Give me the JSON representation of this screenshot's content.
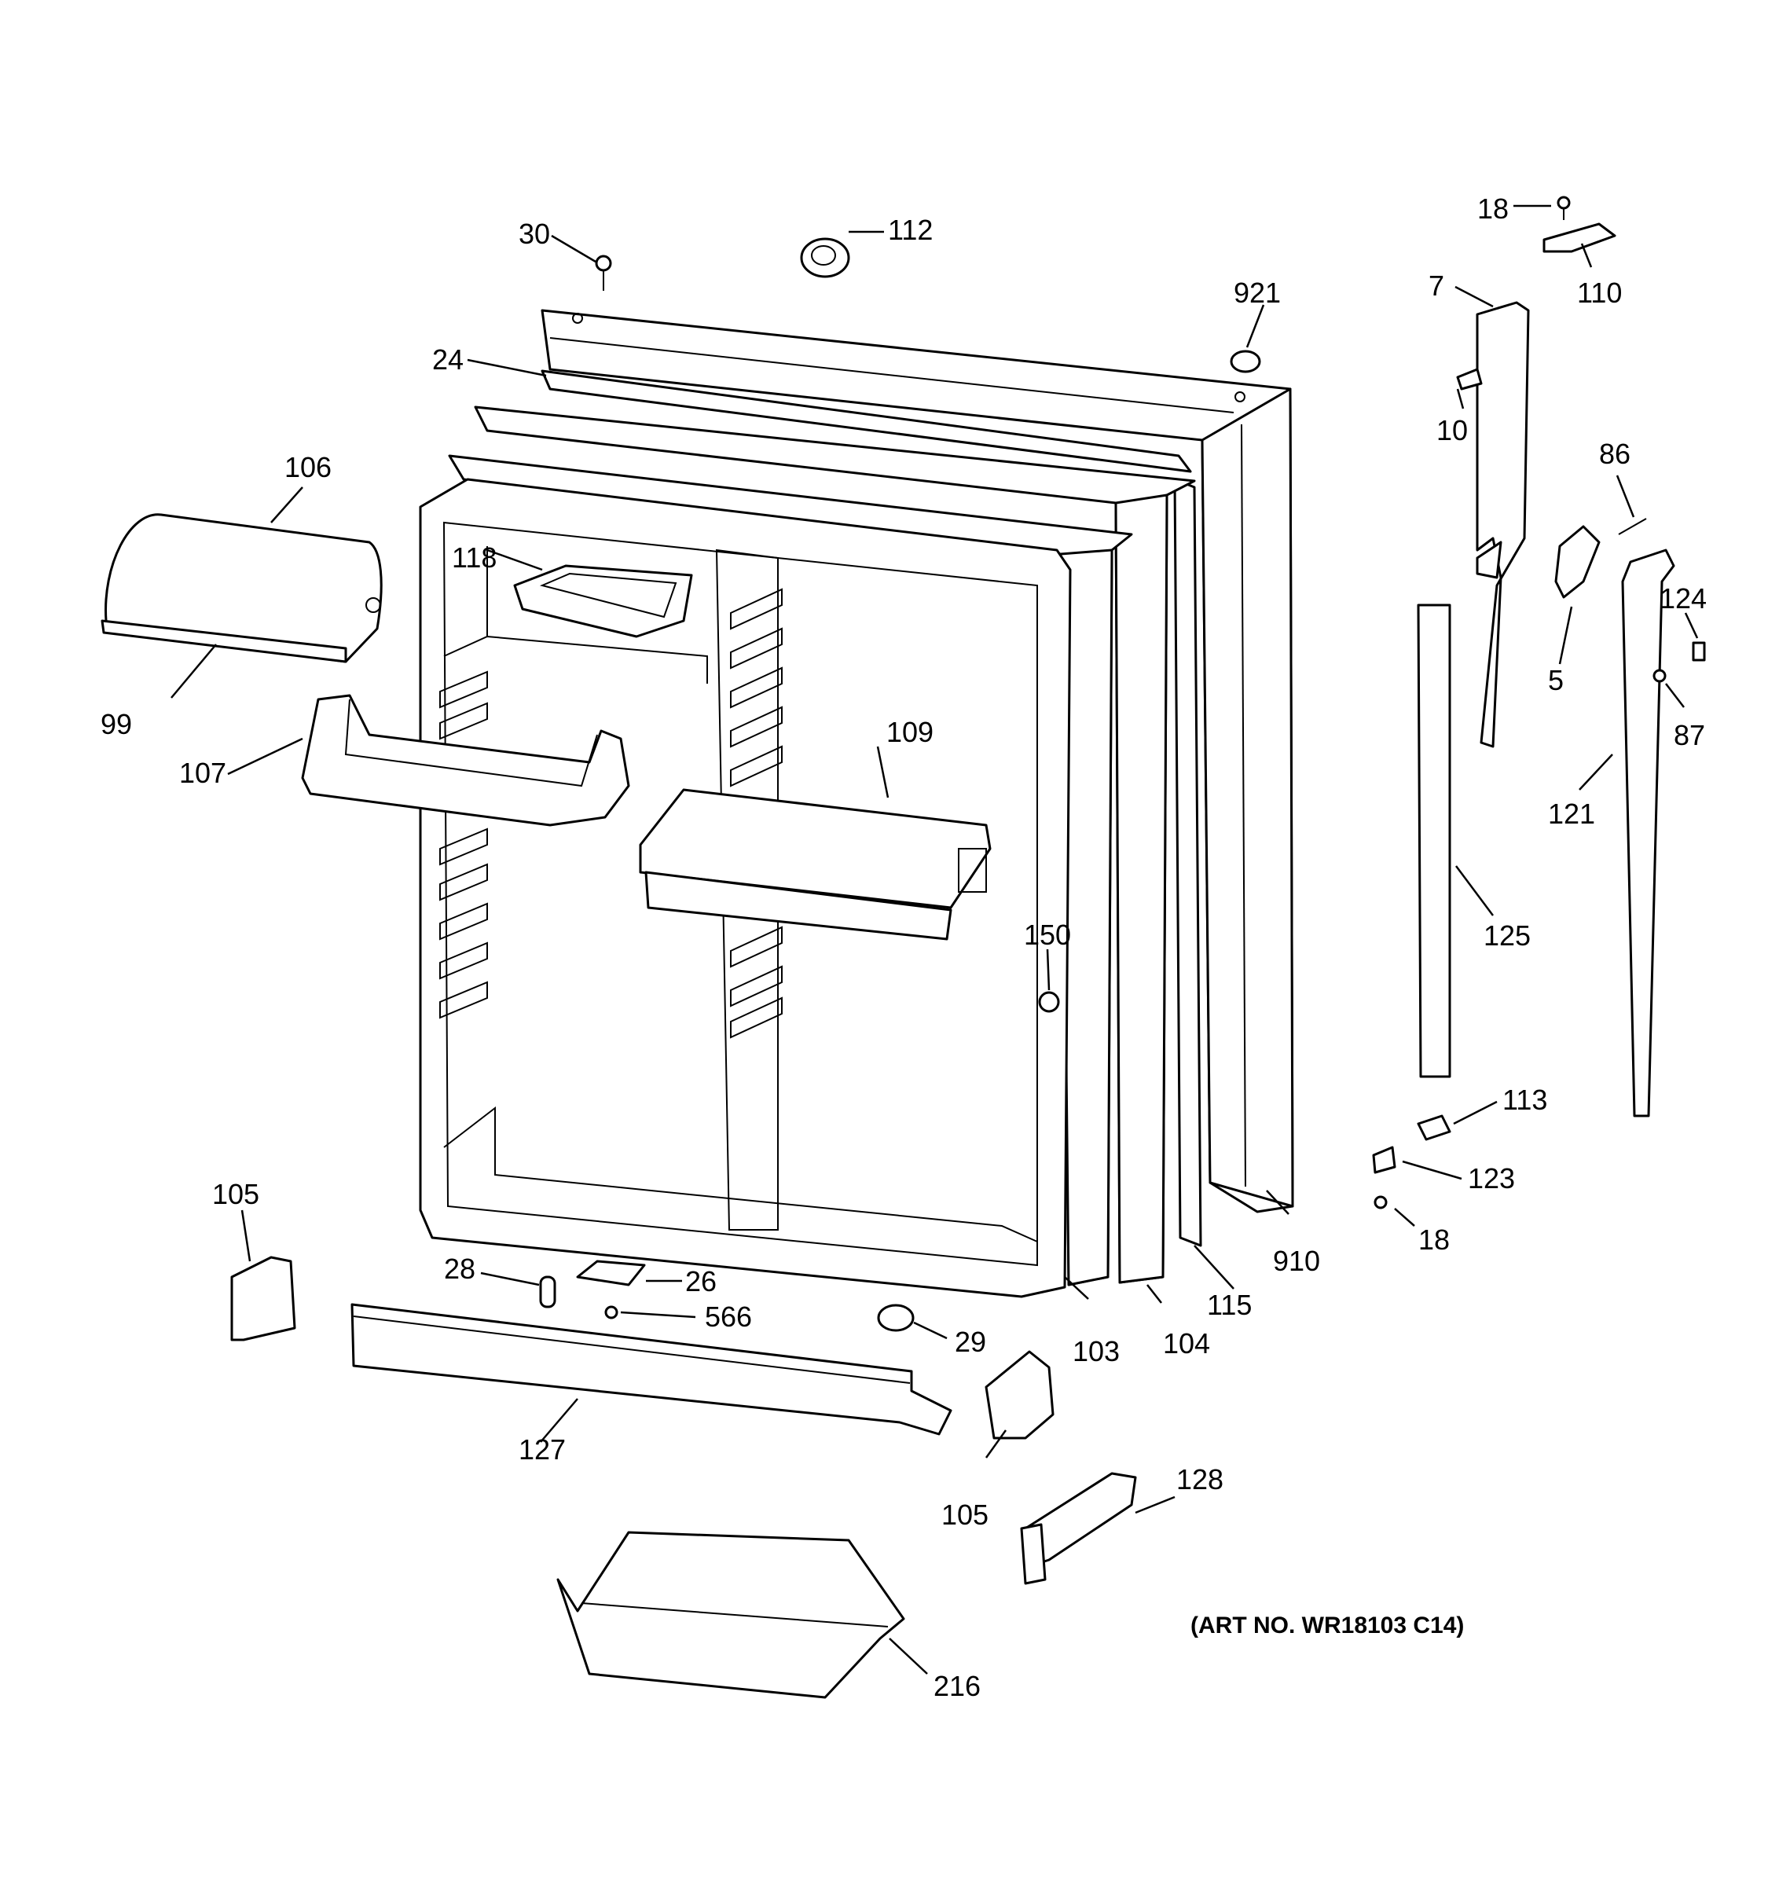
{
  "figure": {
    "art_number": "(ART NO. WR18103 C14)",
    "callouts": [
      "30",
      "112",
      "921",
      "24",
      "106",
      "118",
      "99",
      "107",
      "109",
      "150",
      "105",
      "28",
      "26",
      "566",
      "29",
      "127",
      "103",
      "104",
      "115",
      "910",
      "105",
      "128",
      "216",
      "18",
      "110",
      "7",
      "10",
      "86",
      "5",
      "124",
      "87",
      "121",
      "125",
      "113",
      "123",
      "18"
    ]
  }
}
